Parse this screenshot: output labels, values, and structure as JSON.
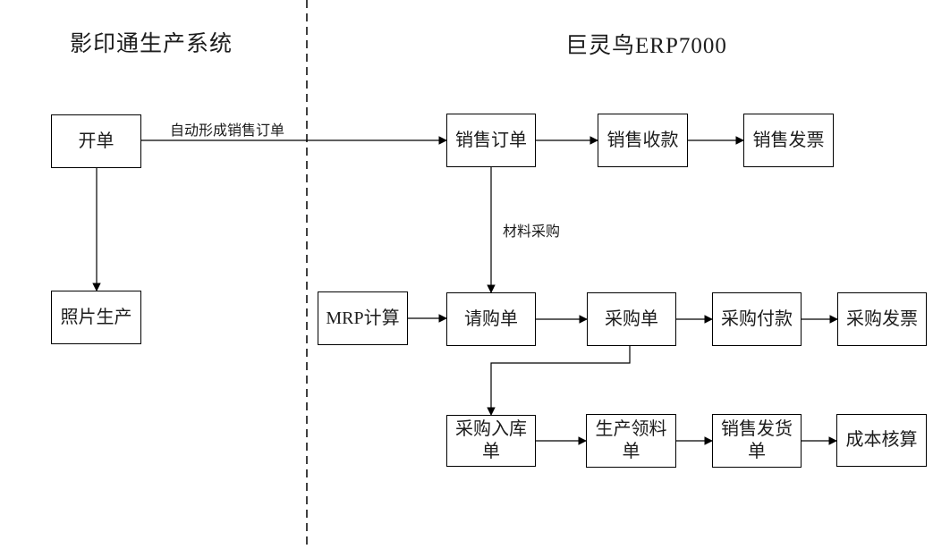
{
  "diagram": {
    "sections": {
      "left": {
        "title": "影印通生产系统"
      },
      "right": {
        "title": "巨灵鸟ERP7000"
      }
    },
    "nodes": [
      {
        "id": "create-order",
        "label": "开单"
      },
      {
        "id": "photo-production",
        "label": "照片生产"
      },
      {
        "id": "sales-order",
        "label": "销售订单"
      },
      {
        "id": "sales-receipt",
        "label": "销售收款"
      },
      {
        "id": "sales-invoice",
        "label": "销售发票"
      },
      {
        "id": "mrp-calculation",
        "label": "MRP计算"
      },
      {
        "id": "purchase-requisition",
        "label": "请购单"
      },
      {
        "id": "purchase-order",
        "label": "采购单"
      },
      {
        "id": "purchase-payment",
        "label": "采购付款"
      },
      {
        "id": "purchase-invoice",
        "label": "采购发票"
      },
      {
        "id": "purchase-receipt-note",
        "label": "采购入库\n单"
      },
      {
        "id": "production-material-requisition",
        "label": "生产领料\n单"
      },
      {
        "id": "sales-delivery-note",
        "label": "销售发货\n单"
      },
      {
        "id": "cost-accounting",
        "label": "成本核算"
      }
    ],
    "edge_labels": {
      "auto_sales_order": "自动形成销售订单",
      "material_purchase": "材料采购"
    },
    "colors": {
      "line": "#000000",
      "text": "#1c1c1c",
      "background": "#ffffff"
    }
  }
}
